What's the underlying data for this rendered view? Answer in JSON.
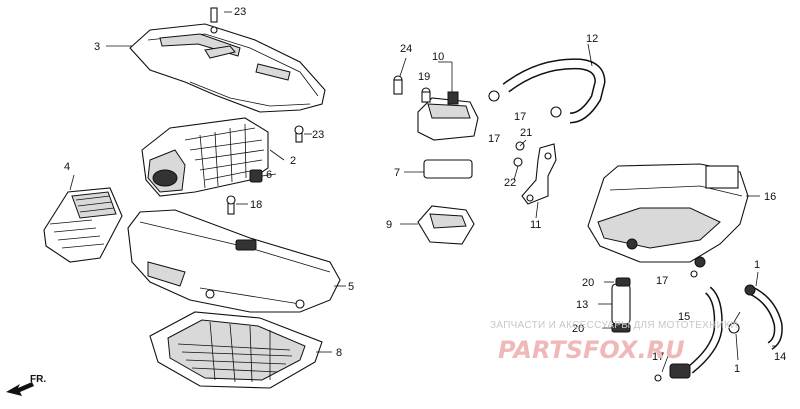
{
  "callouts": {
    "p1a": "1",
    "p1b": "1",
    "p2": "2",
    "p3": "3",
    "p4": "4",
    "p5": "5",
    "p6": "6",
    "p7": "7",
    "p8": "8",
    "p9": "9",
    "p10": "10",
    "p11": "11",
    "p12": "12",
    "p13": "13",
    "p14": "14",
    "p15": "15",
    "p16": "16",
    "p17a": "17",
    "p17b": "17",
    "p17c": "17",
    "p17d": "17",
    "p18": "18",
    "p19": "19",
    "p20a": "20",
    "p20b": "20",
    "p21": "21",
    "p22": "22",
    "p23a": "23",
    "p23b": "23",
    "p24": "24"
  },
  "direction": {
    "label": "FR."
  },
  "watermark": {
    "text": "ЗАПЧАСТИ И АКСЕССУАРЫ ДЛЯ МОТОТЕХНИКИ",
    "logo": "PARTSFOX.RU"
  }
}
